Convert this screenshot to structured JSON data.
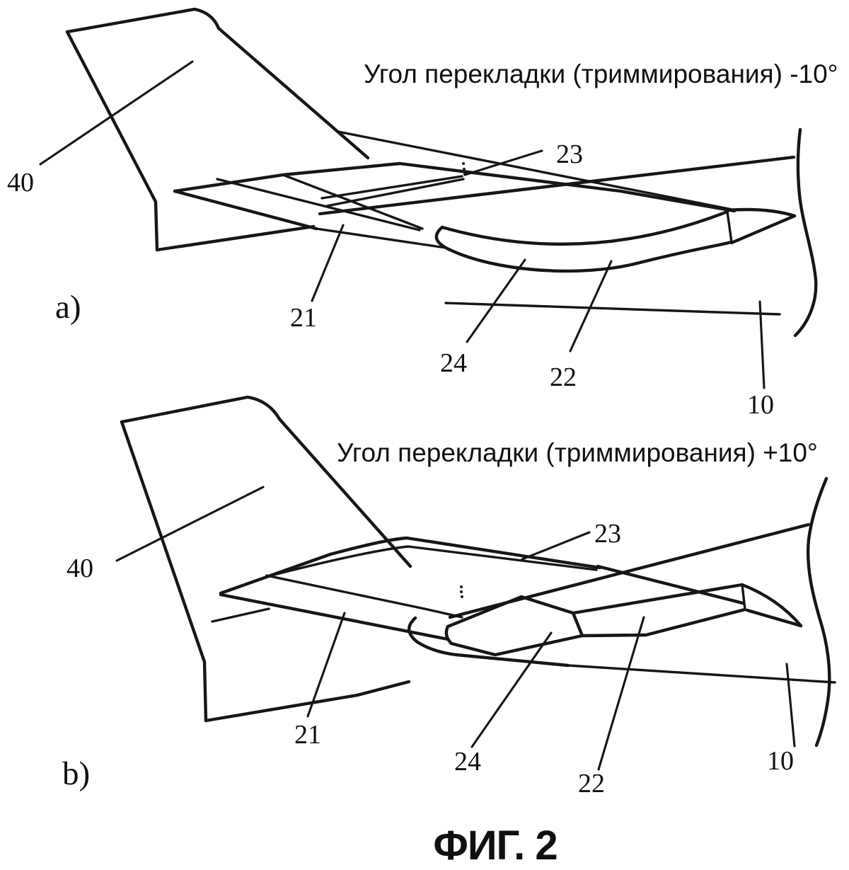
{
  "figure": {
    "caption": "ФИГ. 2",
    "ink_color": "#161616",
    "paper_color": "#ffffff",
    "panel_a": {
      "marker": "a)",
      "title": "Угол перекладки (триммирования) -10°",
      "trim_angle_deg": "-10",
      "callouts": {
        "fin": "40",
        "stabilizer": "21",
        "hinge": "23",
        "inner_flap": "24",
        "elevator": "22",
        "fuselage": "10"
      }
    },
    "panel_b": {
      "marker": "b)",
      "title": "Угол перекладки (триммирования) +10°",
      "trim_angle_deg": "+10",
      "callouts": {
        "fin": "40",
        "stabilizer": "21",
        "hinge": "23",
        "inner_flap": "24",
        "elevator": "22",
        "fuselage": "10"
      }
    }
  }
}
